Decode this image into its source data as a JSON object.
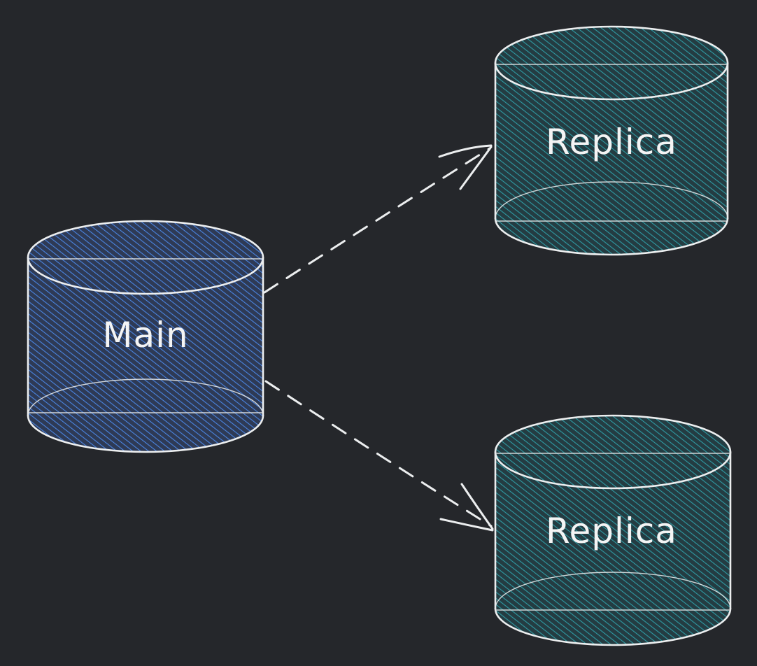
{
  "diagram": {
    "nodes": [
      {
        "id": "main",
        "label": "Main",
        "shape": "cylinder",
        "fill_color": "#3f6fc4"
      },
      {
        "id": "replica-1",
        "label": "Replica",
        "shape": "cylinder",
        "fill_color": "#2b8a93"
      },
      {
        "id": "replica-2",
        "label": "Replica",
        "shape": "cylinder",
        "fill_color": "#2b8a93"
      }
    ],
    "edges": [
      {
        "from": "main",
        "to": "replica-1",
        "style": "dashed-arrow"
      },
      {
        "from": "main",
        "to": "replica-2",
        "style": "dashed-arrow"
      }
    ],
    "colors": {
      "background": "#25272b",
      "stroke": "#eceeef"
    }
  }
}
